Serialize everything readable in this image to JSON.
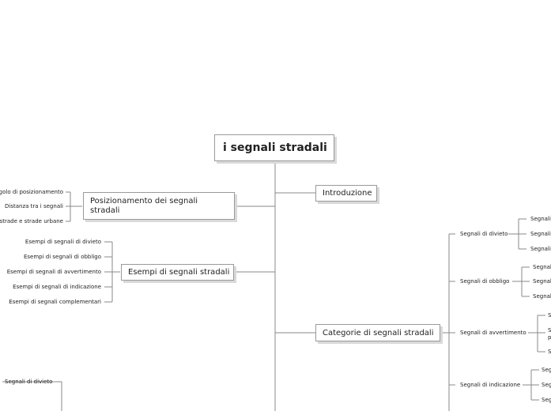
{
  "root": {
    "title": "i segnali stradali"
  },
  "topics": {
    "introduzione": "Introduzione",
    "posizionamento": "Posizionamento dei segnali stradali",
    "esempi": "Esempi di segnali stradali",
    "categorie": "Categorie di segnali stradali"
  },
  "posizionamento_items": [
    "golo di posizionamento",
    "Distanza tra i segnali",
    "ostrade e strade urbane"
  ],
  "esempi_items": [
    "Esempi di segnali di divieto",
    "Esempi di segnali di obbligo",
    "Esempi di segnali di avvertimento",
    "Esempi di segnali di indicazione",
    "Esempi di segnali complementari"
  ],
  "categorie_items": [
    "Segnali di divieto",
    "Segnali di obbligo",
    "Segnali di avvertimento",
    "Segnali di indicazione"
  ],
  "leaves": {
    "divieto": [
      "Segnali",
      "Segnali",
      "Segnali"
    ],
    "obbligo": [
      "Segnal",
      "Segnal",
      "Segnal"
    ],
    "avvertimento": [
      "S",
      "S",
      "p",
      "S"
    ],
    "indicazione": [
      "Seg",
      "Seg",
      "Seg"
    ]
  },
  "bottom_left": {
    "label": "Segnali di divieto"
  },
  "colors": {
    "line": "#8a8a8a",
    "border": "#9a9a9a",
    "shadow": "#d9d9d9"
  }
}
